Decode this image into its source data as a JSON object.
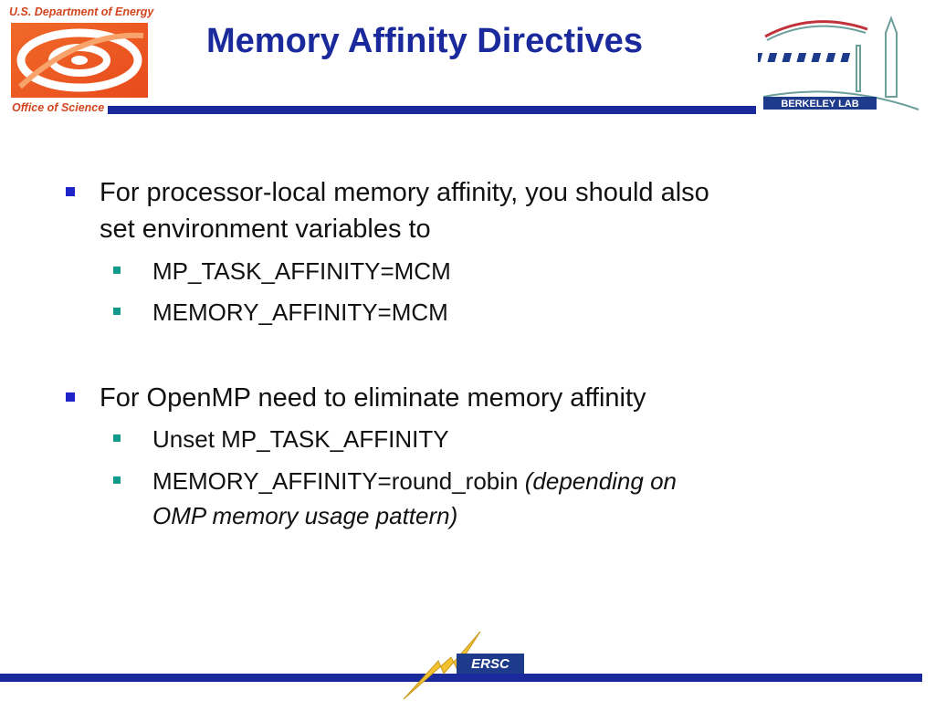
{
  "header": {
    "org_top": "U.S. Department of Energy",
    "org_bottom": "Office of Science",
    "title": "Memory Affinity Directives",
    "lab_logo_text": "BERKELEY LAB"
  },
  "bullets": [
    {
      "text_line1": "For processor-local memory affinity, you should also",
      "text_line2": "set environment variables to",
      "sub": [
        {
          "text": "MP_TASK_AFFINITY=MCM"
        },
        {
          "text": "MEMORY_AFFINITY=MCM"
        }
      ]
    },
    {
      "text_line1": "For OpenMP need to eliminate memory affinity",
      "sub": [
        {
          "text": "Unset MP_TASK_AFFINITY"
        },
        {
          "text": "MEMORY_AFFINITY=round_robin",
          "note_line1": "(depending on",
          "note_line2": "OMP memory usage pattern)"
        }
      ]
    }
  ],
  "footer": {
    "logo_text": "ERSC"
  },
  "colors": {
    "title_blue": "#1a2a9c",
    "bullet_blue": "#1f24c8",
    "sub_bullet_teal": "#109a8c",
    "doe_orange": "#e8542a"
  }
}
